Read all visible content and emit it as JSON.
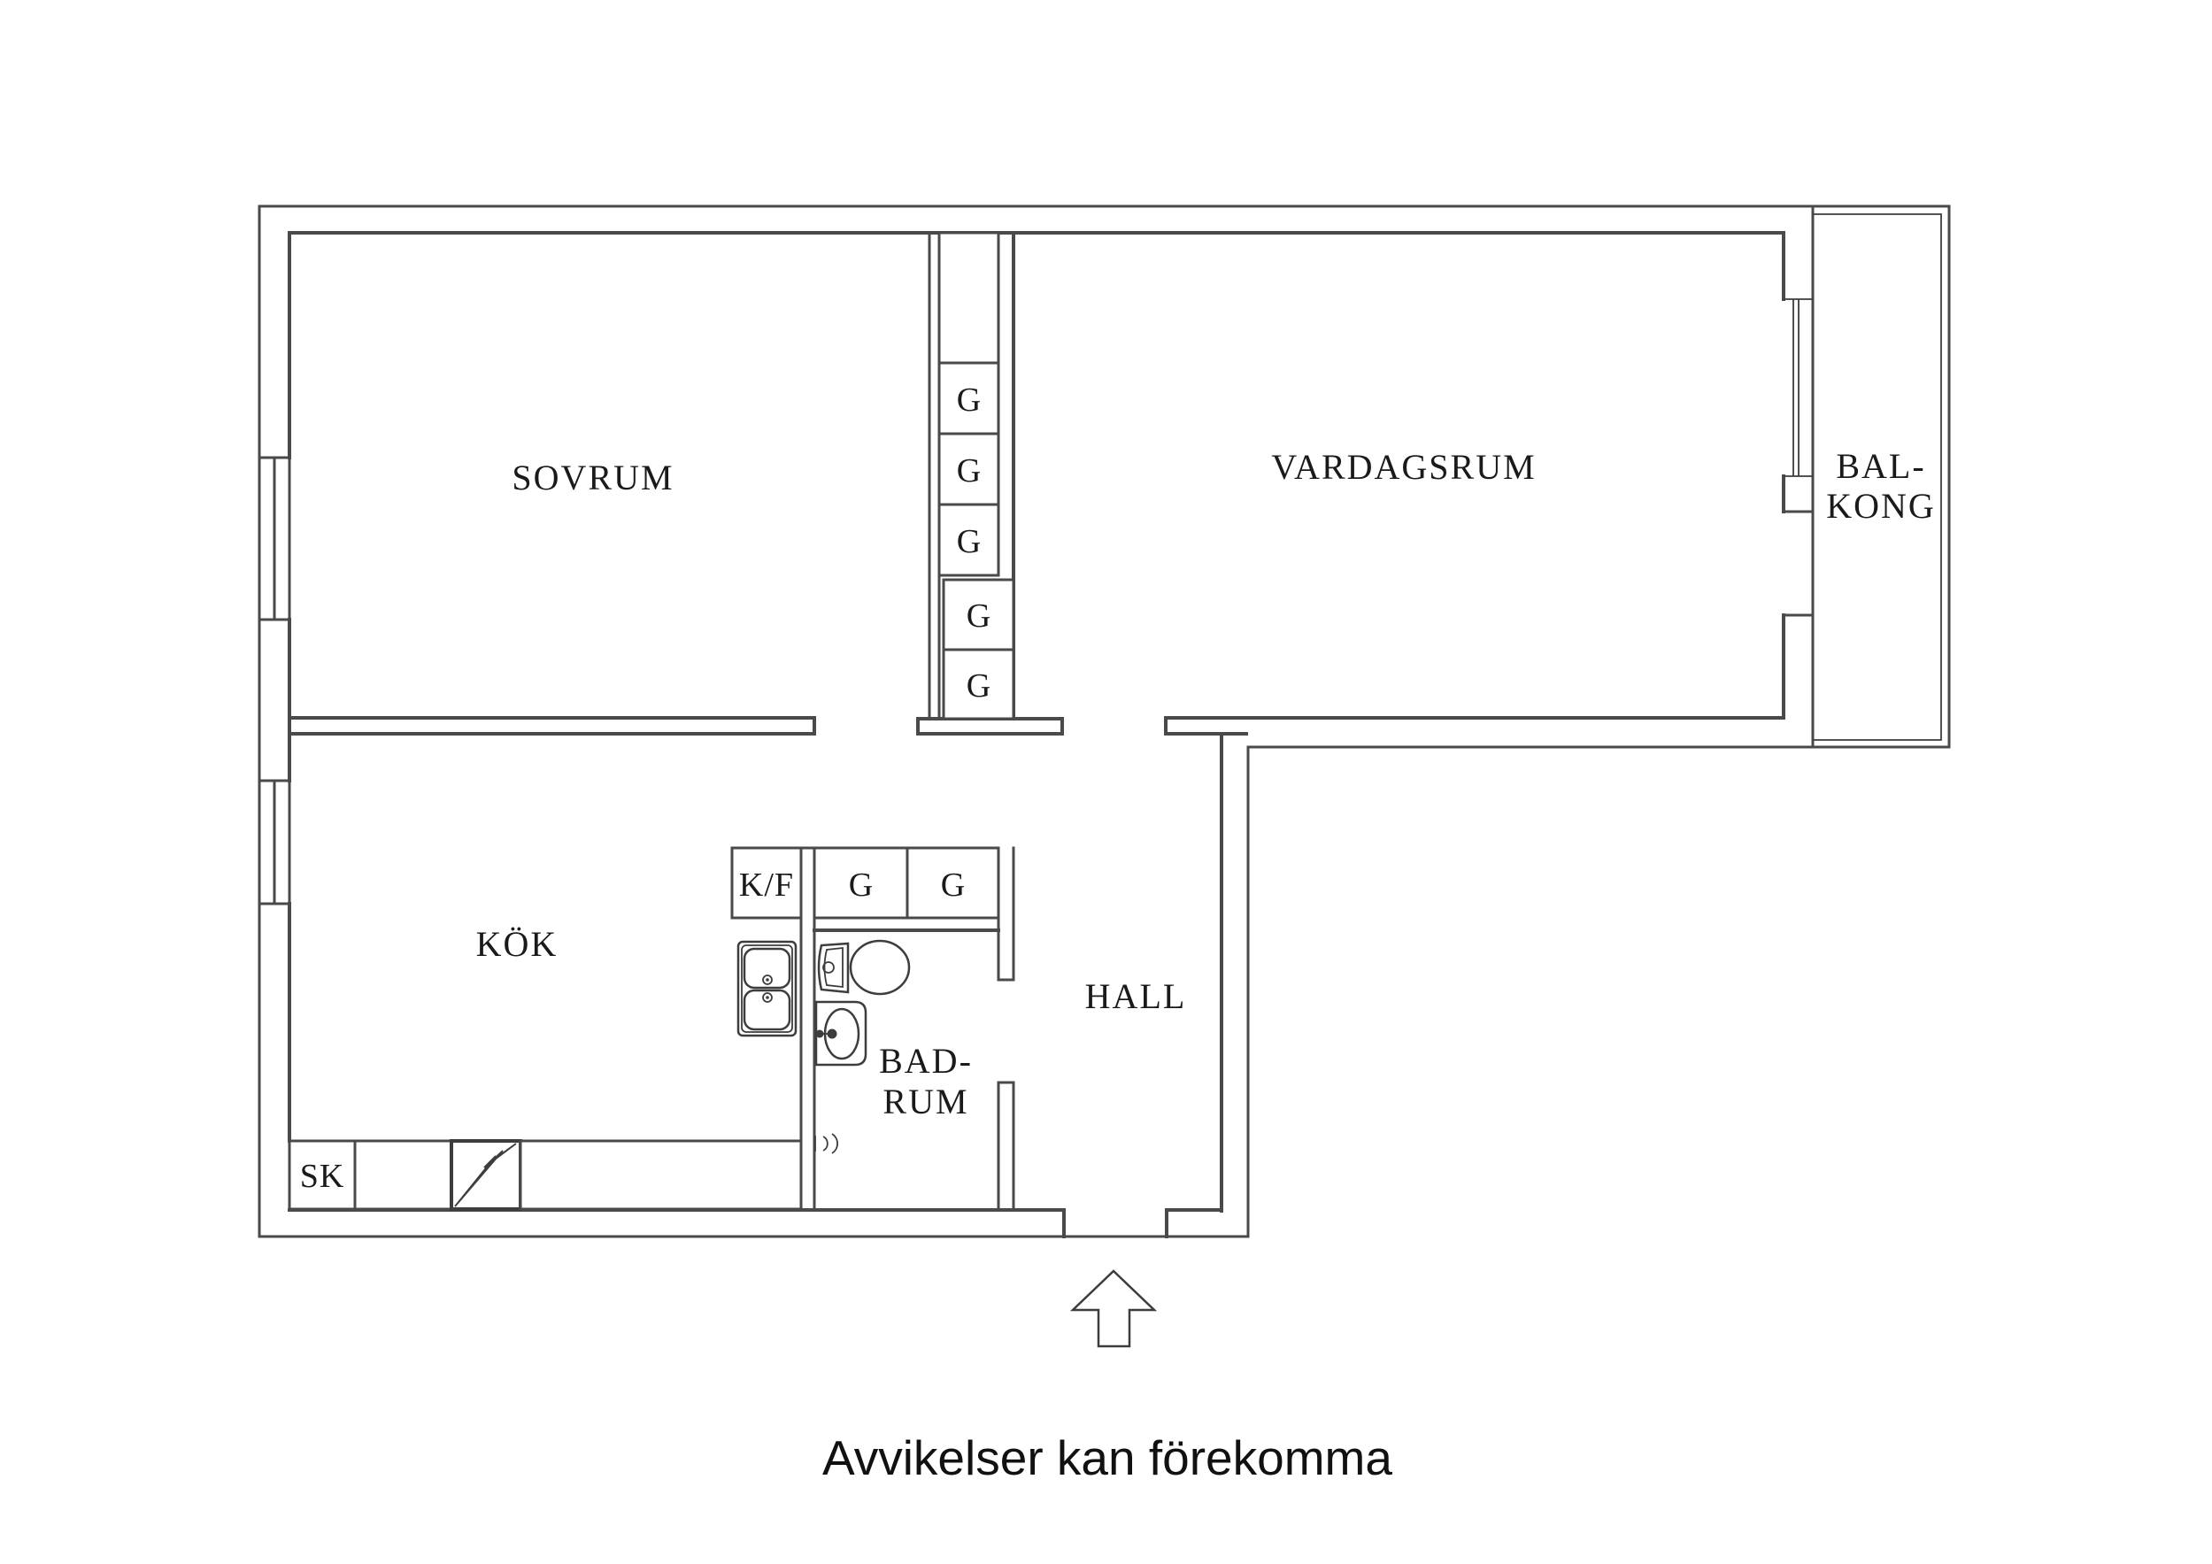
{
  "colors": {
    "line": "#4a4a4a",
    "text": "#1a1a1a",
    "background": "#ffffff"
  },
  "labels": {
    "bedroom": "SOVRUM",
    "living_room": "VARDAGSRUM",
    "balcony_line1": "BAL-",
    "balcony_line2": "KONG",
    "kitchen": "KÖK",
    "hall": "HALL",
    "bathroom_line1": "BAD-",
    "bathroom_line2": "RUM",
    "closet": "SK",
    "fridge_freezer": "K/F",
    "wardrobe": "G"
  },
  "icons": {
    "entrance_arrow": "entrance-direction-arrow",
    "electrical": "electrical-cabinet-lightning",
    "toilet": "toilet",
    "kitchen_sink": "double-kitchen-sink",
    "bathroom_sink": "washbasin",
    "floor_drain": "floor-drain"
  },
  "disclaimer": "Avvikelser kan förekomma"
}
